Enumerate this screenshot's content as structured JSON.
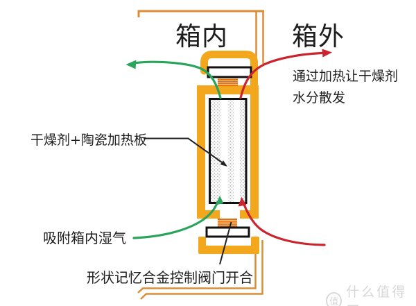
{
  "labels": {
    "inside": "箱内",
    "outside": "箱外",
    "heat_release_line1": "通过加热让干燥剂",
    "heat_release_line2": "水分散发",
    "desiccant": "干燥剂+陶瓷加热板",
    "absorb": "吸附箱内湿气",
    "valve": "形状记忆合金控制阀门开合"
  },
  "watermark": {
    "logo_char": "值",
    "text": "什么值得买"
  },
  "colors": {
    "frame_orange": "#F2A71D",
    "wall_orange": "#DC8C36",
    "spring_orange": "#E56E07",
    "arrow_green": "#2AA45C",
    "arrow_red": "#CB242D",
    "line_black": "#1D1D1D",
    "stipple_gray": "#B2B2B2",
    "watermark_gray": "#D6D6D6"
  },
  "diagram": {
    "type": "schematic",
    "components": [
      "box-wall",
      "heater-frame",
      "desiccant-ceramic-plate",
      "top-valve-plate",
      "top-valve-spring",
      "bottom-valve-plate",
      "bottom-valve-spring"
    ],
    "flows": [
      {
        "color": "green",
        "path": "box-interior-to-desiccant-bottom"
      },
      {
        "color": "green",
        "path": "desiccant-top-to-box-interior"
      },
      {
        "color": "red",
        "path": "box-exterior-to-desiccant-bottom"
      },
      {
        "color": "red",
        "path": "desiccant-top-to-box-exterior"
      }
    ]
  }
}
